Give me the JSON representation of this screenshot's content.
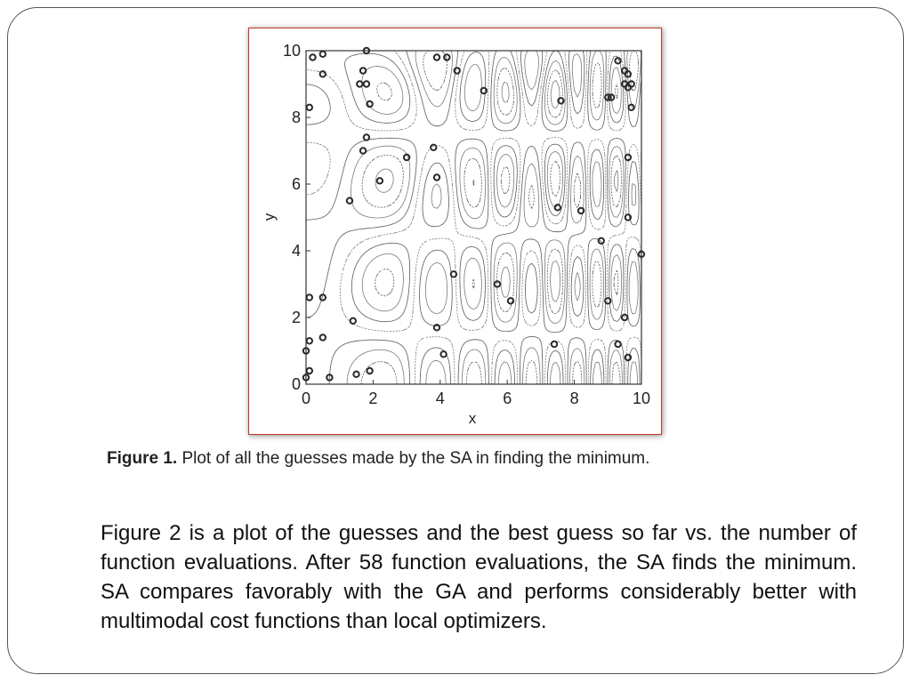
{
  "figure": {
    "caption_lead": "Figure 1.",
    "caption_text": " Plot of all the guesses made by the SA in finding the minimum."
  },
  "body_text": "Figure 2 is a plot of the guesses and the best guess so far vs. the number of function evaluations. After 58 function evaluations, the SA finds the minimum. SA compares favorably with the GA and performs considerably better with multimodal cost functions than local optimizers.",
  "chart_data": {
    "type": "scatter",
    "title": "",
    "xlabel": "x",
    "ylabel": "y",
    "xlim": [
      0,
      10
    ],
    "ylim": [
      0,
      10
    ],
    "xticks": [
      "0",
      "2",
      "4",
      "6",
      "8",
      "10"
    ],
    "yticks": [
      "0",
      "2",
      "4",
      "6",
      "8",
      "10"
    ],
    "grid": false,
    "background": "contour plot of a multimodal cost function",
    "marker": "open circle",
    "points": [
      [
        0.2,
        9.8
      ],
      [
        0.5,
        9.9
      ],
      [
        1.8,
        10.0
      ],
      [
        3.9,
        9.8
      ],
      [
        4.2,
        9.8
      ],
      [
        0.5,
        9.3
      ],
      [
        1.7,
        9.4
      ],
      [
        4.5,
        9.4
      ],
      [
        9.3,
        9.7
      ],
      [
        9.5,
        9.4
      ],
      [
        9.6,
        9.3
      ],
      [
        1.6,
        9.0
      ],
      [
        1.8,
        9.0
      ],
      [
        5.3,
        8.8
      ],
      [
        9.5,
        9.0
      ],
      [
        9.6,
        8.9
      ],
      [
        9.7,
        9.0
      ],
      [
        9.0,
        8.6
      ],
      [
        9.1,
        8.6
      ],
      [
        0.1,
        8.3
      ],
      [
        1.9,
        8.4
      ],
      [
        7.6,
        8.5
      ],
      [
        9.7,
        8.3
      ],
      [
        1.8,
        7.4
      ],
      [
        3.8,
        7.1
      ],
      [
        1.7,
        7.0
      ],
      [
        3.0,
        6.8
      ],
      [
        9.6,
        6.8
      ],
      [
        2.2,
        6.1
      ],
      [
        3.9,
        6.2
      ],
      [
        1.3,
        5.5
      ],
      [
        7.5,
        5.3
      ],
      [
        8.2,
        5.2
      ],
      [
        9.6,
        5.0
      ],
      [
        8.8,
        4.3
      ],
      [
        10.0,
        3.9
      ],
      [
        4.4,
        3.3
      ],
      [
        5.7,
        3.0
      ],
      [
        0.1,
        2.6
      ],
      [
        0.5,
        2.6
      ],
      [
        6.1,
        2.5
      ],
      [
        9.0,
        2.5
      ],
      [
        1.4,
        1.9
      ],
      [
        9.5,
        2.0
      ],
      [
        3.9,
        1.7
      ],
      [
        0.5,
        1.4
      ],
      [
        0.1,
        1.3
      ],
      [
        7.4,
        1.2
      ],
      [
        9.3,
        1.2
      ],
      [
        0.0,
        1.0
      ],
      [
        4.1,
        0.9
      ],
      [
        9.6,
        0.8
      ],
      [
        0.1,
        0.4
      ],
      [
        1.5,
        0.3
      ],
      [
        1.9,
        0.4
      ],
      [
        0.0,
        0.2
      ],
      [
        0.7,
        0.2
      ]
    ]
  }
}
